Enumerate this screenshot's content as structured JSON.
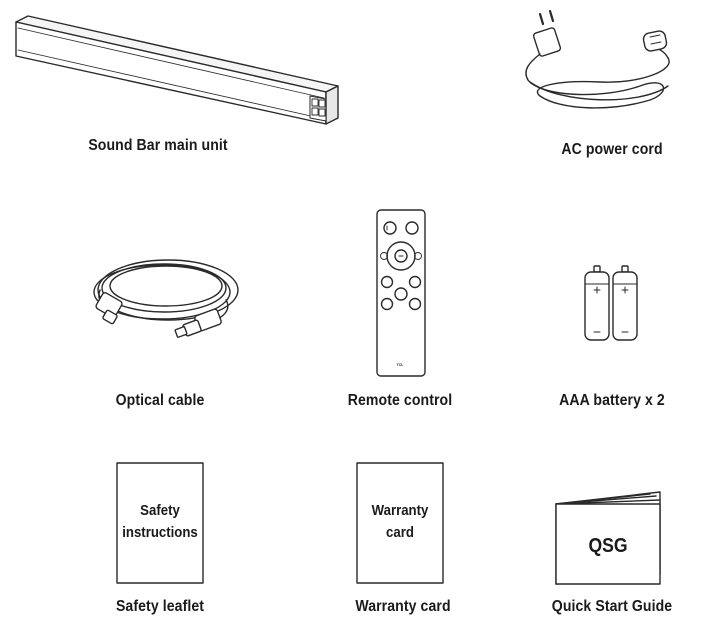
{
  "items": [
    {
      "caption": "Sound Bar main unit"
    },
    {
      "caption": "AC power cord"
    },
    {
      "caption": "Optical cable"
    },
    {
      "caption": "Remote control",
      "logo": "TCL"
    },
    {
      "caption": "AAA battery x 2"
    },
    {
      "caption": "Safety leaflet",
      "cover_lines": [
        "Safety",
        "instructions"
      ]
    },
    {
      "caption": "Warranty card",
      "cover_lines": [
        "Warranty",
        "card"
      ]
    },
    {
      "caption": "Quick Start Guide",
      "cover_lines": [
        "QSG"
      ]
    }
  ],
  "colors": {
    "line": "#2a2a2a",
    "fill": "#ffffff",
    "shade": "#e6e6e6"
  },
  "icons": [
    "soundbar-illustration",
    "power-cord-illustration",
    "optical-cable-illustration",
    "remote-illustration",
    "battery-illustration",
    "booklet-illustration"
  ]
}
